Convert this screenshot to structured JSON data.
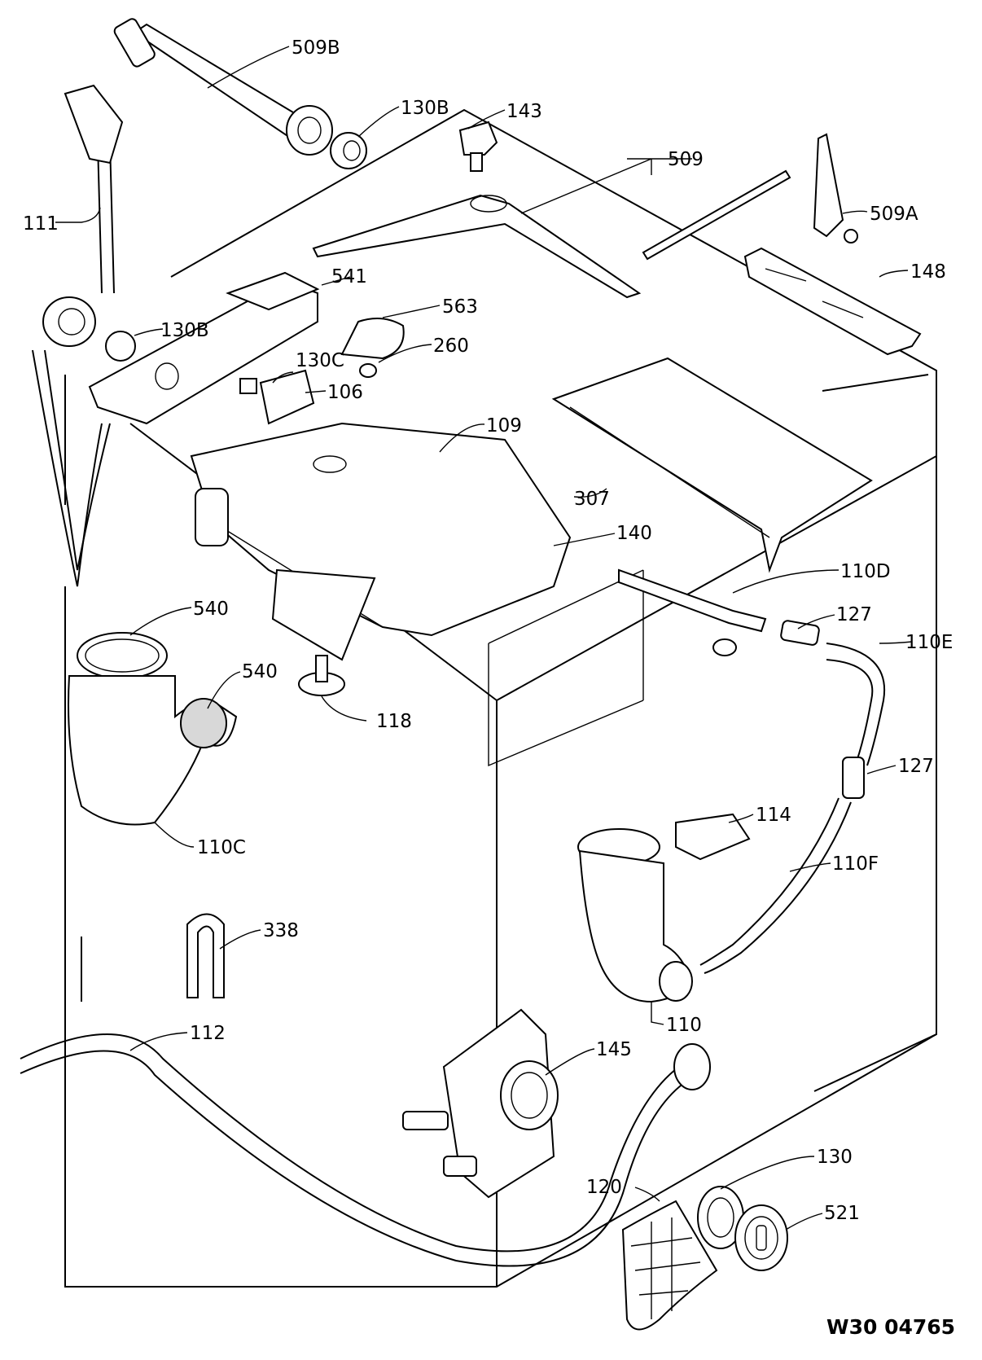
{
  "drawing_code": "W30 04765",
  "callouts": [
    {
      "id": "509B",
      "text": "509B"
    },
    {
      "id": "130B-top",
      "text": "130B"
    },
    {
      "id": "143",
      "text": "143"
    },
    {
      "id": "509",
      "text": "509"
    },
    {
      "id": "111",
      "text": "111"
    },
    {
      "id": "509A",
      "text": "509A"
    },
    {
      "id": "541",
      "text": "541"
    },
    {
      "id": "148",
      "text": "148"
    },
    {
      "id": "563",
      "text": "563"
    },
    {
      "id": "130B-mid",
      "text": "130B"
    },
    {
      "id": "260",
      "text": "260"
    },
    {
      "id": "130C",
      "text": "130C"
    },
    {
      "id": "106",
      "text": "106"
    },
    {
      "id": "109",
      "text": "109"
    },
    {
      "id": "307",
      "text": "307"
    },
    {
      "id": "140",
      "text": "140"
    },
    {
      "id": "110D",
      "text": "110D"
    },
    {
      "id": "540-top",
      "text": "540"
    },
    {
      "id": "127-top",
      "text": "127"
    },
    {
      "id": "110E",
      "text": "110E"
    },
    {
      "id": "540-mid",
      "text": "540"
    },
    {
      "id": "118",
      "text": "118"
    },
    {
      "id": "127-mid",
      "text": "127"
    },
    {
      "id": "110C",
      "text": "110C"
    },
    {
      "id": "114",
      "text": "114"
    },
    {
      "id": "110F",
      "text": "110F"
    },
    {
      "id": "338",
      "text": "338"
    },
    {
      "id": "110",
      "text": "110"
    },
    {
      "id": "112",
      "text": "112"
    },
    {
      "id": "145",
      "text": "145"
    },
    {
      "id": "130",
      "text": "130"
    },
    {
      "id": "120",
      "text": "120"
    },
    {
      "id": "521",
      "text": "521"
    }
  ]
}
